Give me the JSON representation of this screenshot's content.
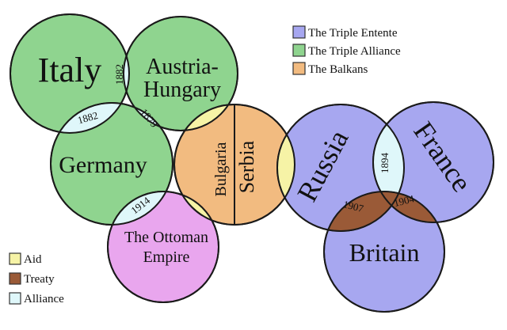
{
  "colors": {
    "entente": "#a7a7f0",
    "alliance": "#8fd48f",
    "balkans": "#f2bb80",
    "ottoman": "#e9a6ee",
    "aid": "#f6f3a6",
    "treaty": "#9a5a37",
    "alliance_overlap": "#dff7fa"
  },
  "countries": {
    "italy": "Italy",
    "austria_line1": "Austria-",
    "austria_line2": "Hungary",
    "germany": "Germany",
    "ottoman_line1": "The Ottoman",
    "ottoman_line2": "Empire",
    "bulgaria": "Bulgaria",
    "serbia": "Serbia",
    "russia": "Russia",
    "france": "France",
    "britain": "Britain"
  },
  "years": {
    "italy_austria": "1882",
    "italy_germany": "1882",
    "austria_germany": "1879",
    "germany_ottoman": "1914",
    "russia_france": "1894",
    "russia_britain": "1907",
    "france_britain": "1904"
  },
  "legend_groups": [
    {
      "label": "The Triple Entente",
      "color": "#a7a7f0"
    },
    {
      "label": "The Triple Alliance",
      "color": "#8fd48f"
    },
    {
      "label": "The Balkans",
      "color": "#f2bb80"
    }
  ],
  "legend_links": [
    {
      "label": "Aid",
      "color": "#f6f3a6"
    },
    {
      "label": "Treaty",
      "color": "#9a5a37"
    },
    {
      "label": "Alliance",
      "color": "#dff7fa"
    }
  ]
}
